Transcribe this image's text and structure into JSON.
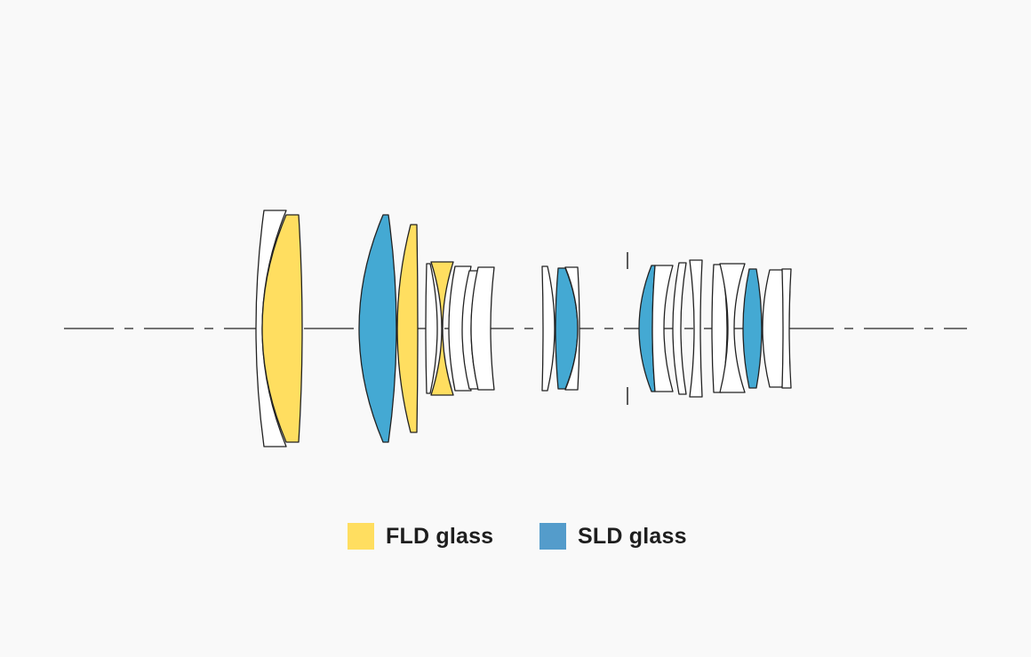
{
  "diagram": {
    "type": "lens-construction",
    "colors": {
      "fld": "#FFDE60",
      "sld": "#44A9D3",
      "plain": "#FFFFFF",
      "outline": "#222222"
    }
  },
  "legend": [
    {
      "label": "FLD glass",
      "color": "#FFDE60"
    },
    {
      "label": "SLD glass",
      "color": "#549CCB"
    }
  ]
}
